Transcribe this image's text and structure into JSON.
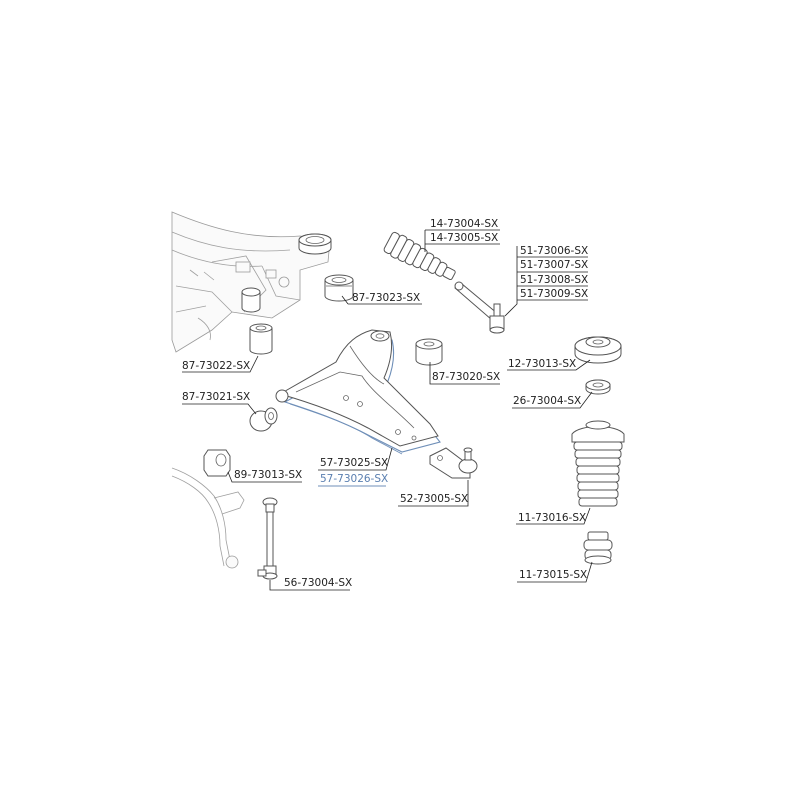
{
  "accent_color": "#5a7fb0",
  "label_color": "#222222",
  "parts": [
    {
      "id": "p1",
      "code": "14-73004-SX"
    },
    {
      "id": "p2",
      "code": "14-73005-SX"
    },
    {
      "id": "p3",
      "code": "51-73006-SX"
    },
    {
      "id": "p4",
      "code": "51-73007-SX"
    },
    {
      "id": "p5",
      "code": "51-73008-SX"
    },
    {
      "id": "p6",
      "code": "51-73009-SX"
    },
    {
      "id": "p7",
      "code": "87-73023-SX"
    },
    {
      "id": "p8",
      "code": "87-73022-SX"
    },
    {
      "id": "p9",
      "code": "87-73020-SX"
    },
    {
      "id": "p10",
      "code": "12-73013-SX"
    },
    {
      "id": "p11",
      "code": "87-73021-SX"
    },
    {
      "id": "p12",
      "code": "26-73004-SX"
    },
    {
      "id": "p13",
      "code": "57-73025-SX"
    },
    {
      "id": "p14",
      "code": "57-73026-SX",
      "highlighted": true
    },
    {
      "id": "p15",
      "code": "89-73013-SX"
    },
    {
      "id": "p16",
      "code": "52-73005-SX"
    },
    {
      "id": "p17",
      "code": "11-73016-SX"
    },
    {
      "id": "p18",
      "code": "11-73015-SX"
    },
    {
      "id": "p19",
      "code": "56-73004-SX"
    }
  ]
}
